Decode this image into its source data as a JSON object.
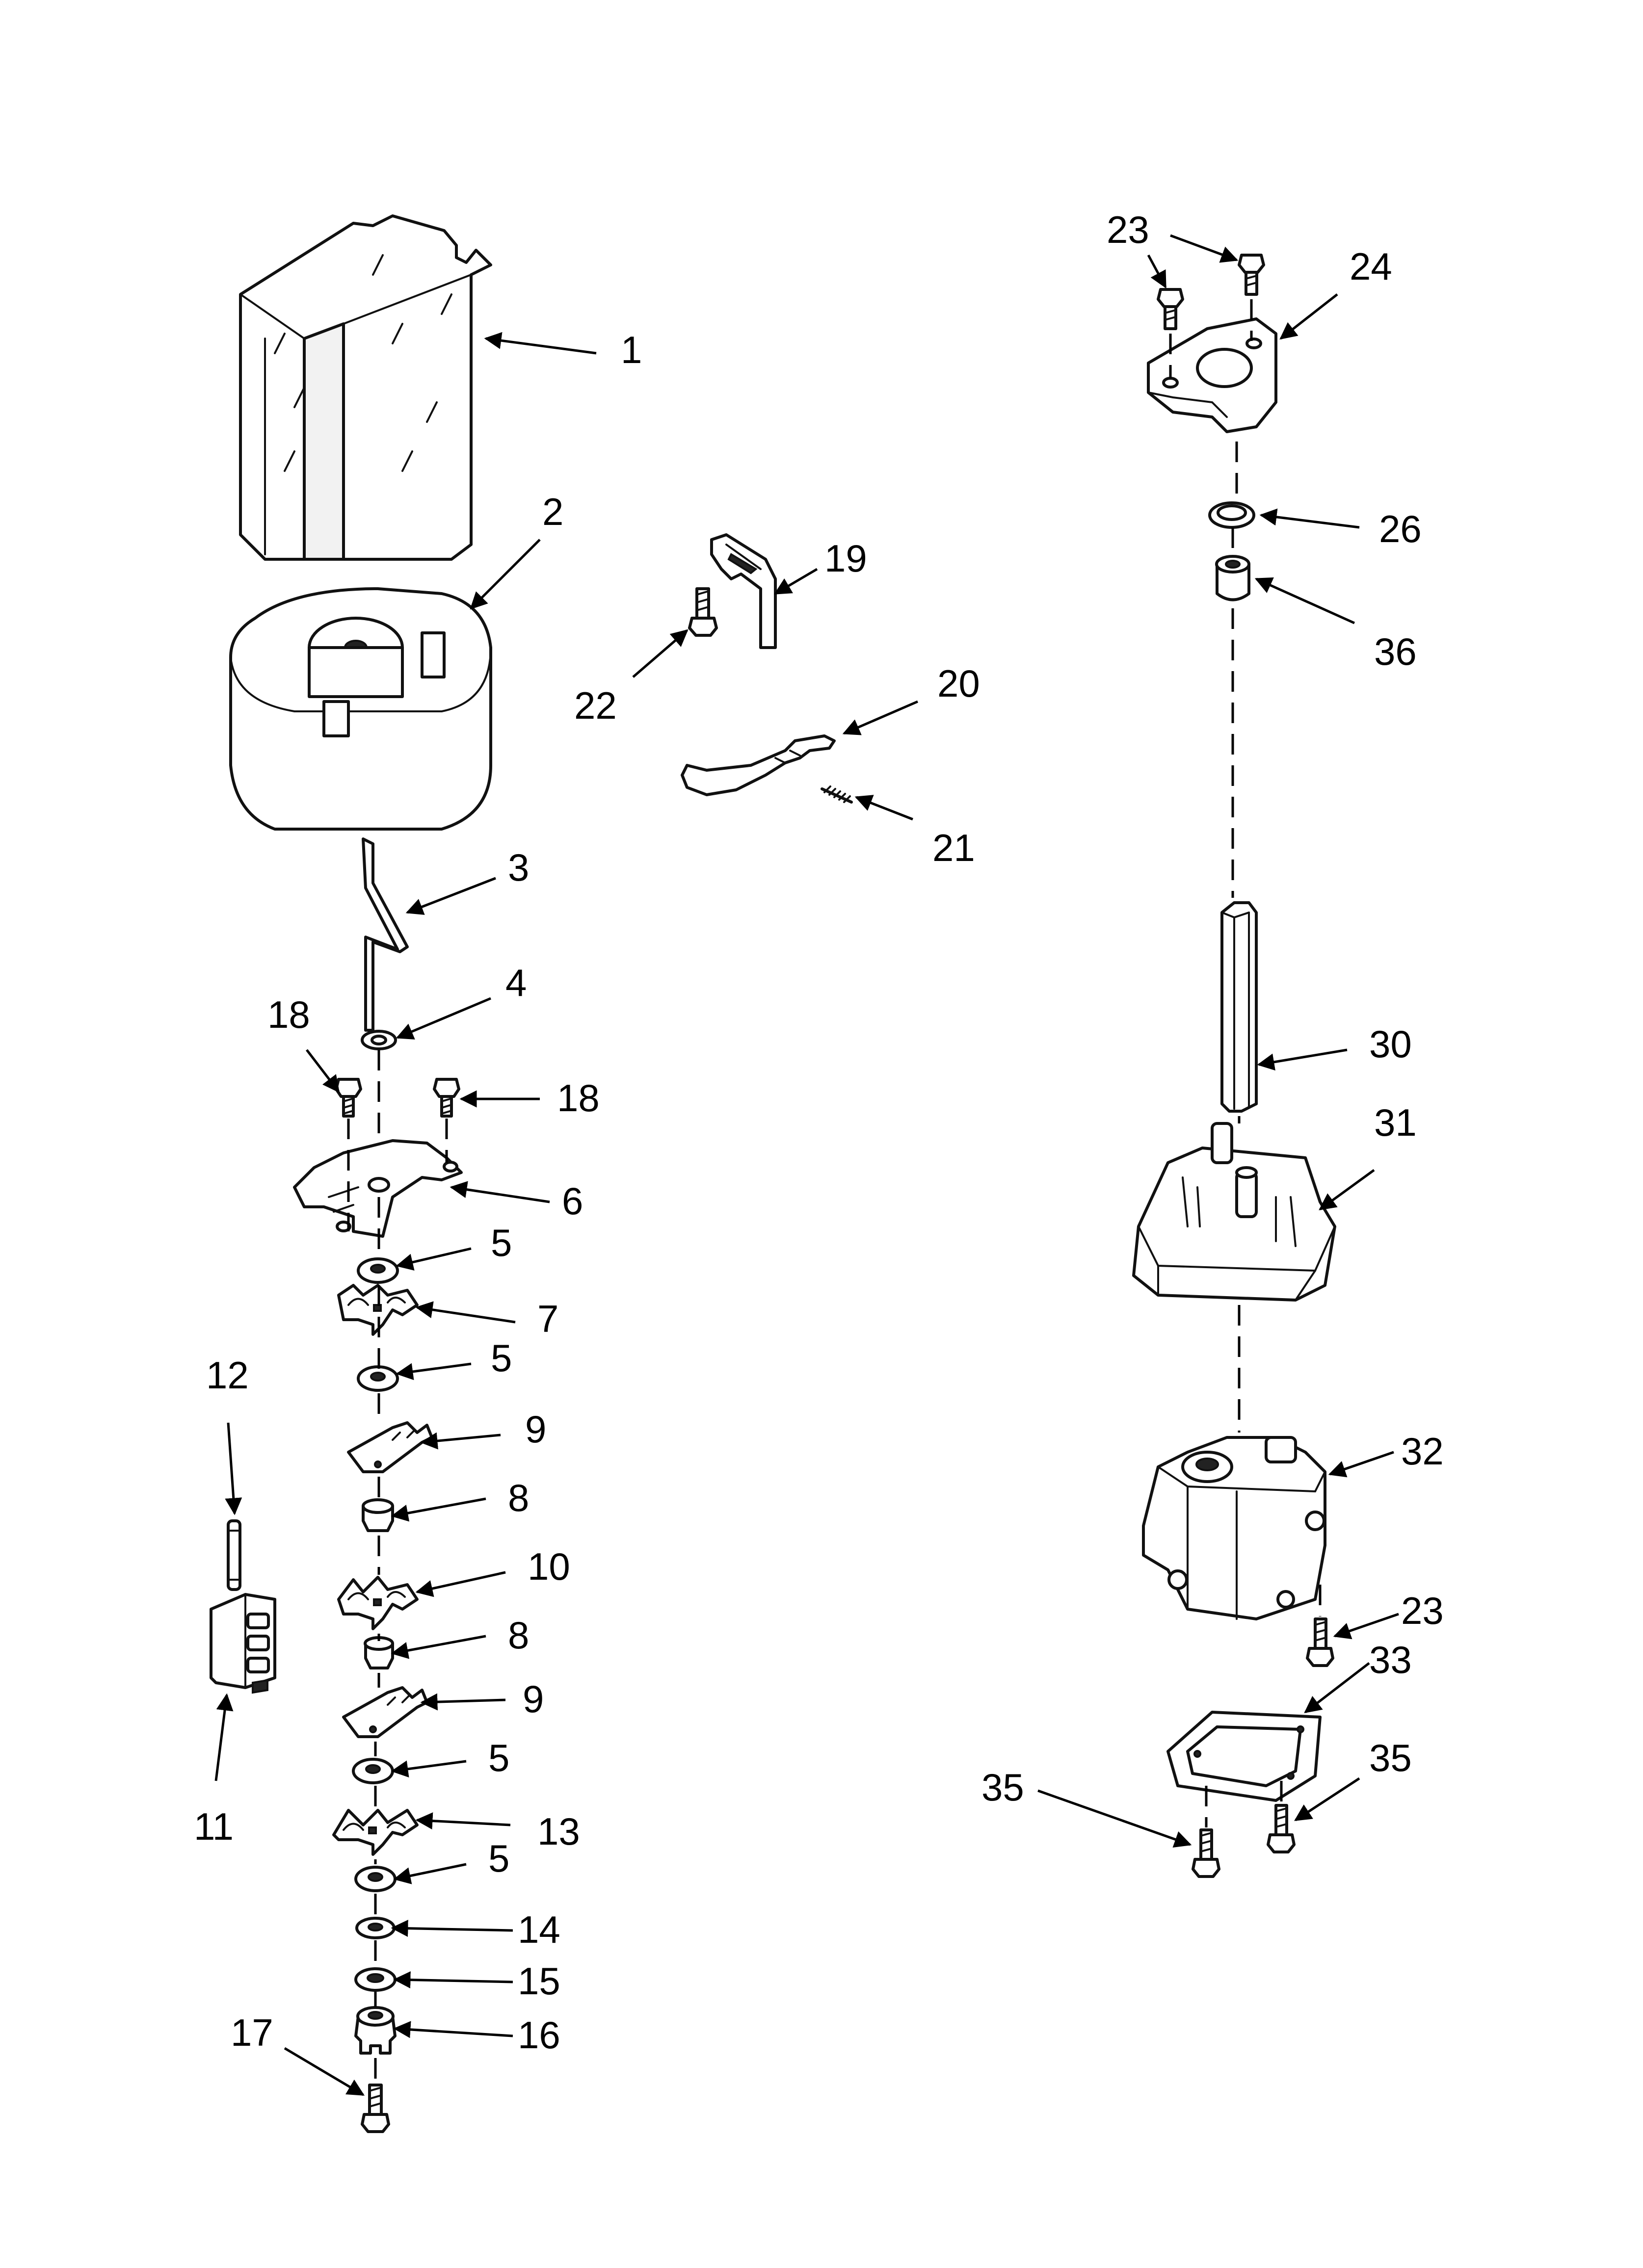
{
  "colors": {
    "line": "#111111",
    "background": "#ffffff",
    "shade": "#f2f2f2"
  },
  "callouts": [
    {
      "key": "c1",
      "label": "1"
    },
    {
      "key": "c2",
      "label": "2"
    },
    {
      "key": "c3",
      "label": "3"
    },
    {
      "key": "c4",
      "label": "4"
    },
    {
      "key": "c18a",
      "label": "18"
    },
    {
      "key": "c18b",
      "label": "18"
    },
    {
      "key": "c6",
      "label": "6"
    },
    {
      "key": "c5a",
      "label": "5"
    },
    {
      "key": "c7",
      "label": "7"
    },
    {
      "key": "c5b",
      "label": "5"
    },
    {
      "key": "c9a",
      "label": "9"
    },
    {
      "key": "c8a",
      "label": "8"
    },
    {
      "key": "c10",
      "label": "10"
    },
    {
      "key": "c8b",
      "label": "8"
    },
    {
      "key": "c9b",
      "label": "9"
    },
    {
      "key": "c5c",
      "label": "5"
    },
    {
      "key": "c13",
      "label": "13"
    },
    {
      "key": "c5d",
      "label": "5"
    },
    {
      "key": "c14",
      "label": "14"
    },
    {
      "key": "c15",
      "label": "15"
    },
    {
      "key": "c16",
      "label": "16"
    },
    {
      "key": "c17",
      "label": "17"
    },
    {
      "key": "c12",
      "label": "12"
    },
    {
      "key": "c11",
      "label": "11"
    },
    {
      "key": "c19",
      "label": "19"
    },
    {
      "key": "c22",
      "label": "22"
    },
    {
      "key": "c20",
      "label": "20"
    },
    {
      "key": "c21",
      "label": "21"
    },
    {
      "key": "c23a",
      "label": "23"
    },
    {
      "key": "c24",
      "label": "24"
    },
    {
      "key": "c26",
      "label": "26"
    },
    {
      "key": "c36",
      "label": "36"
    },
    {
      "key": "c30",
      "label": "30"
    },
    {
      "key": "c31",
      "label": "31"
    },
    {
      "key": "c32",
      "label": "32"
    },
    {
      "key": "c23b",
      "label": "23"
    },
    {
      "key": "c33",
      "label": "33"
    },
    {
      "key": "c35a",
      "label": "35"
    },
    {
      "key": "c35b",
      "label": "35"
    }
  ]
}
